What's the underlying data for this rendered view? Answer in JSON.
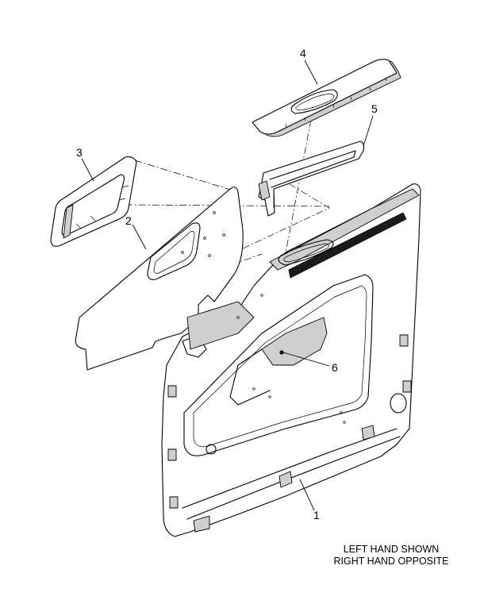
{
  "callouts": {
    "c1": "1",
    "c2": "2",
    "c3": "3",
    "c4": "4",
    "c5": "5",
    "c6": "6"
  },
  "note": {
    "line1": "LEFT HAND SHOWN",
    "line2": "RIGHT HAND OPPOSITE"
  }
}
